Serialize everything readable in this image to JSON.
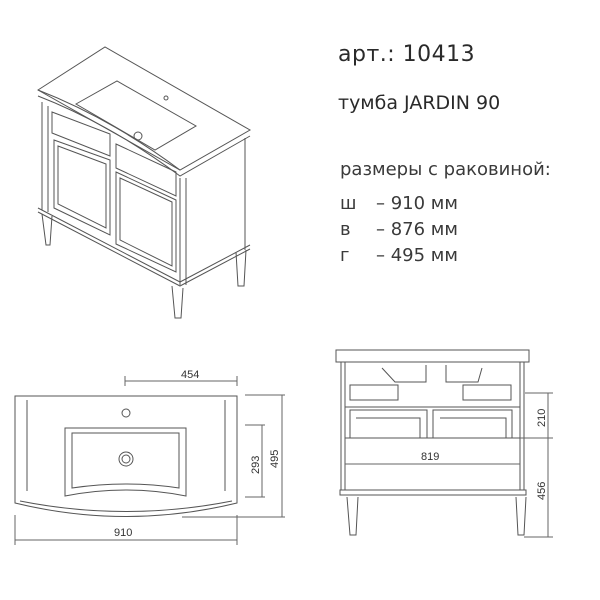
{
  "header": {
    "article": "арт.: 10413",
    "model": "тумба JARDIN 90"
  },
  "dimensions": {
    "title": "размеры с раковиной:",
    "rows": [
      {
        "key": "ш",
        "value": "– 910 мм"
      },
      {
        "key": "в",
        "value": "– 876 мм"
      },
      {
        "key": "г",
        "value": "– 495 мм"
      }
    ]
  },
  "top_view": {
    "width_total": "910",
    "faucet_offset": "454",
    "bowl_depth": "293",
    "depth_total": "495"
  },
  "front_view": {
    "inner_width": "819",
    "drawer_height": "210",
    "leg_height": "456"
  },
  "colors": {
    "line": "#555555",
    "text": "#2b2b2b"
  }
}
